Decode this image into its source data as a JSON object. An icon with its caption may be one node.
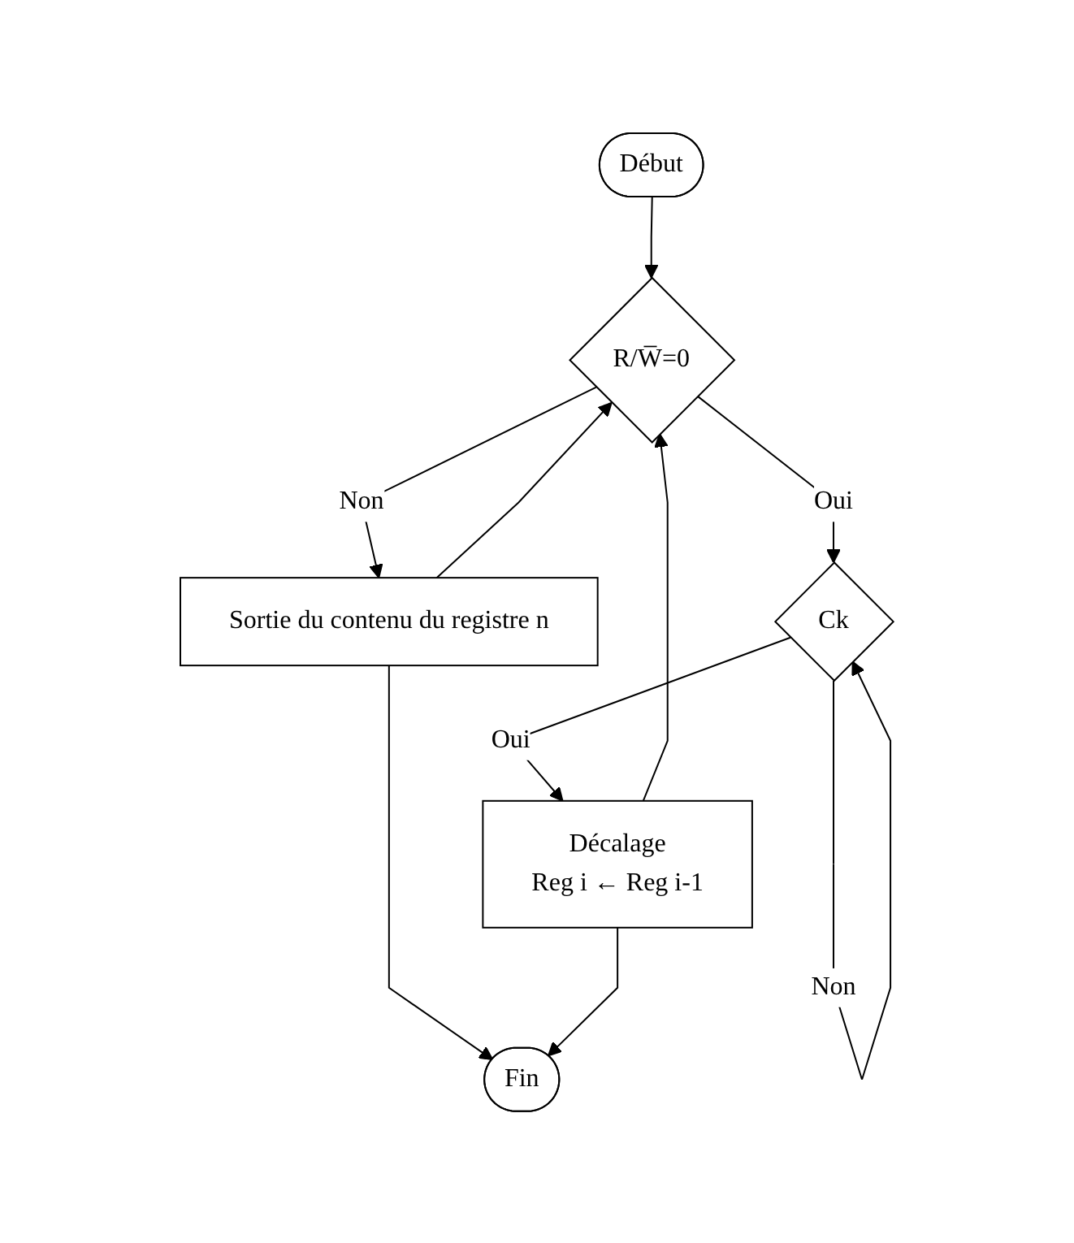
{
  "diagram": {
    "nodes": [
      {
        "text": [
          "Début"
        ]
      },
      {
        "text": [
          "R/W̅=0"
        ]
      },
      {
        "text": [
          "Sortie du contenu du registre n"
        ]
      },
      {
        "text": [
          "Ck"
        ]
      },
      {
        "text": [
          "Décalage",
          "Reg i ← Reg i-1"
        ]
      },
      {
        "text": [
          "Fin"
        ]
      }
    ],
    "edges": [
      {
        "from": 0,
        "to": 1,
        "arrow": "to"
      },
      {
        "from": 1,
        "to": 2,
        "label": "Non",
        "arrow": "to"
      },
      {
        "from": 1,
        "to": 3,
        "label": "Oui",
        "arrow": "to"
      },
      {
        "from": 3,
        "to": 4,
        "label": "Oui",
        "arrow": "to"
      },
      {
        "from": 3,
        "to": 3,
        "label": "Non",
        "arrow": "to"
      },
      {
        "from": 2,
        "to": 5,
        "arrow": "to"
      },
      {
        "from": 4,
        "to": 5,
        "arrow": "to"
      },
      {
        "from": 2,
        "to": 1,
        "arrow": "to"
      },
      {
        "from": 4,
        "to": 1,
        "arrow": "to"
      }
    ]
  }
}
